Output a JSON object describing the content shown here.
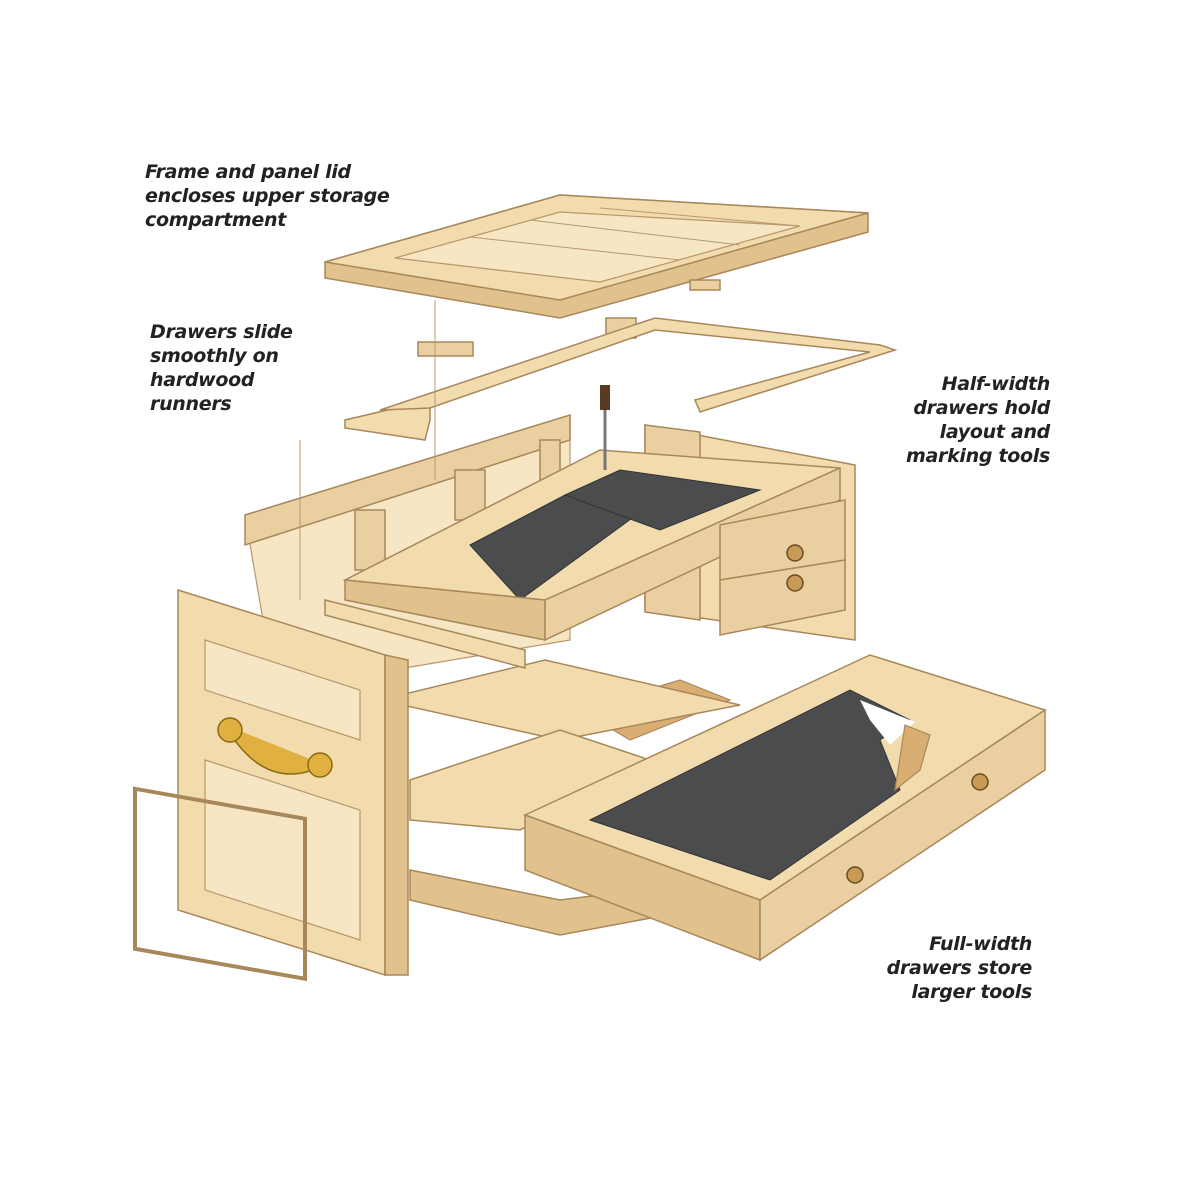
{
  "callouts": {
    "lid": [
      "Frame and panel lid",
      "encloses upper storage",
      "compartment"
    ],
    "runners": [
      "Drawers slide",
      "smoothly on",
      "hardwood",
      "runners"
    ],
    "half_width": [
      "Half-width",
      "drawers hold",
      "layout and",
      "marking tools"
    ],
    "full_width": [
      "Full-width",
      "drawers store",
      "larger tools"
    ]
  }
}
